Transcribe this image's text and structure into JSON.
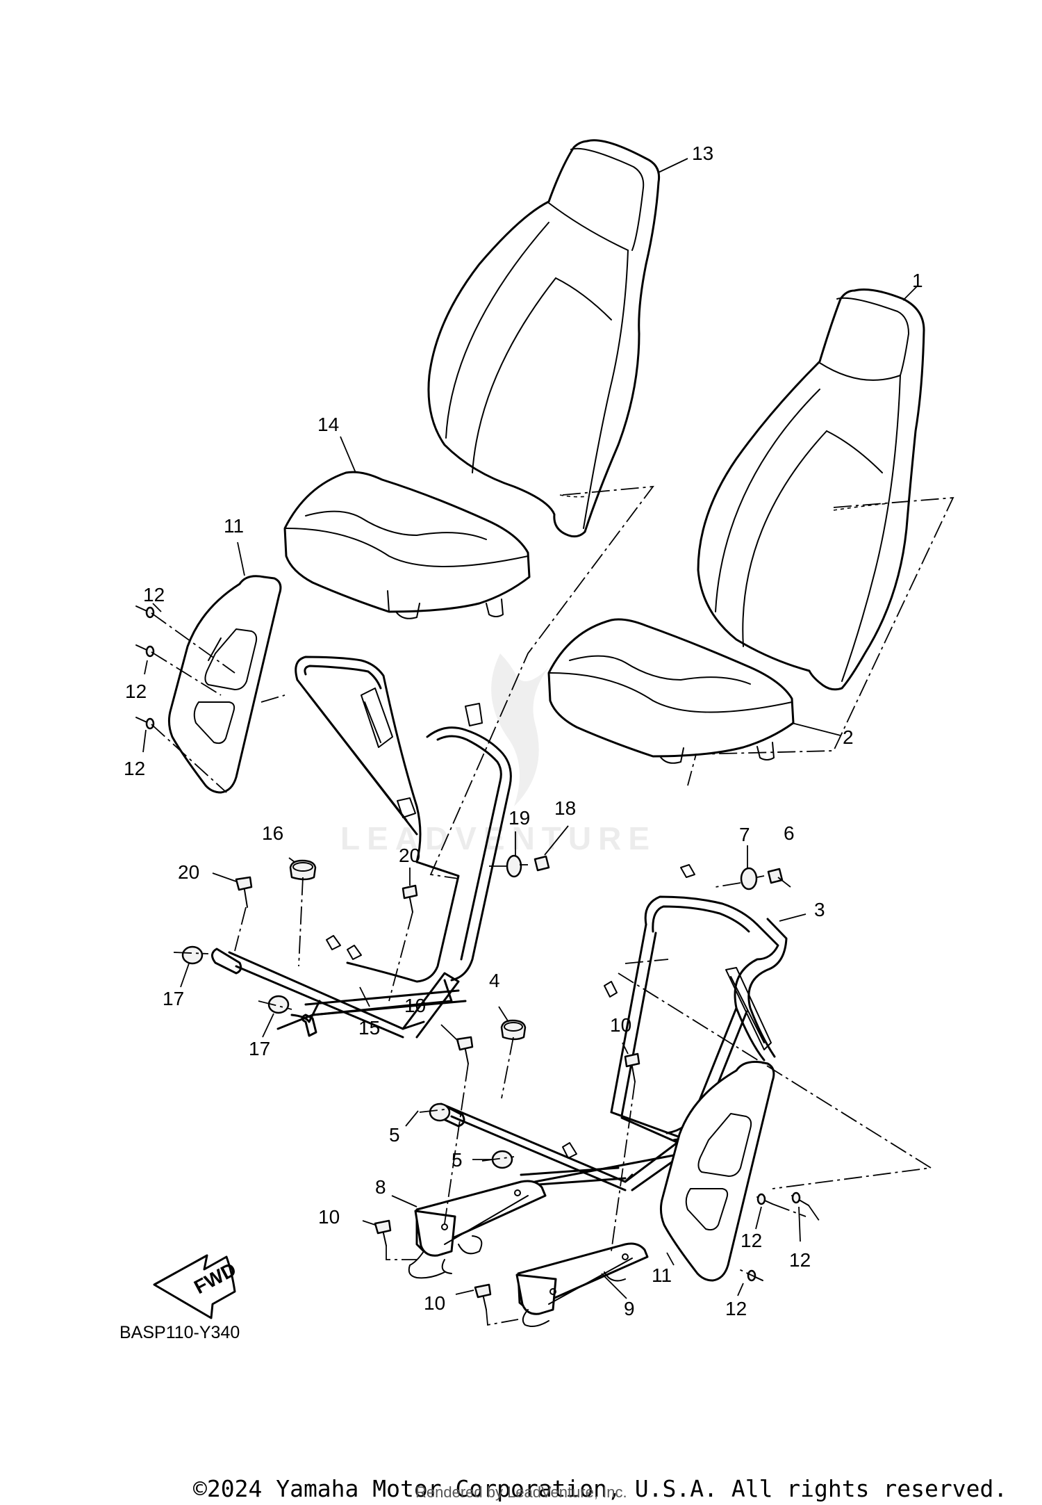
{
  "diagram": {
    "code": "BASP110-Y340",
    "watermark": "LEADVENTURE",
    "fwd_label": "FWD",
    "labels": {
      "p1": "1",
      "p2": "2",
      "p3": "3",
      "p4": "4",
      "p5a": "5",
      "p5b": "5",
      "p6": "6",
      "p7": "7",
      "p8": "8",
      "p9": "9",
      "p10a": "10",
      "p10b": "10",
      "p10c": "10",
      "p10d": "10",
      "p11a": "11",
      "p11b": "11",
      "p12a": "12",
      "p12b": "12",
      "p12c": "12",
      "p12d": "12",
      "p12e": "12",
      "p12f": "12",
      "p13": "13",
      "p14": "14",
      "p15": "15",
      "p16": "16",
      "p17a": "17",
      "p17b": "17",
      "p18": "18",
      "p19": "19",
      "p20a": "20",
      "p20b": "20"
    }
  },
  "footer": {
    "copyright": "©2024 Yamaha Motor Corporation, U.S.A. All rights reserved.",
    "rendered_by": "Rendered by LeadVenture, Inc."
  }
}
